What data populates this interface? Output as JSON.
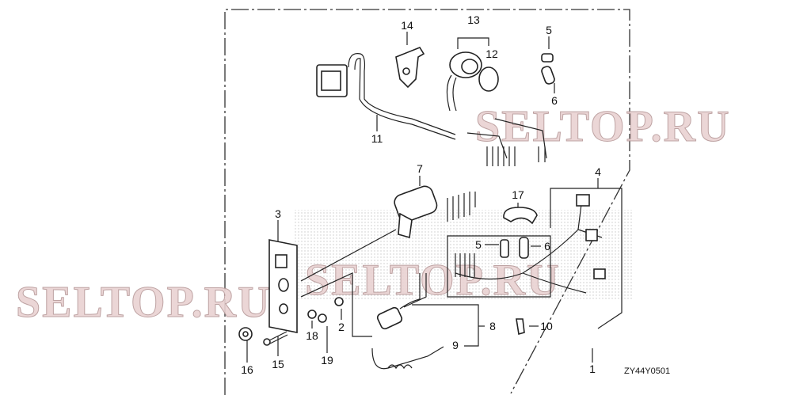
{
  "diagram": {
    "callouts": {
      "p1": "1",
      "p2": "2",
      "p3": "3",
      "p4": "4",
      "p5a": "5",
      "p5b": "5",
      "p6a": "6",
      "p6b": "6",
      "p7": "7",
      "p8": "8",
      "p9": "9",
      "p10": "10",
      "p11": "11",
      "p12": "12",
      "p13": "13",
      "p14": "14",
      "p15": "15",
      "p16": "16",
      "p17": "17",
      "p18": "18",
      "p19": "19"
    },
    "drawing_code": "ZY44Y0501",
    "watermark": "SELTOP.RU"
  }
}
